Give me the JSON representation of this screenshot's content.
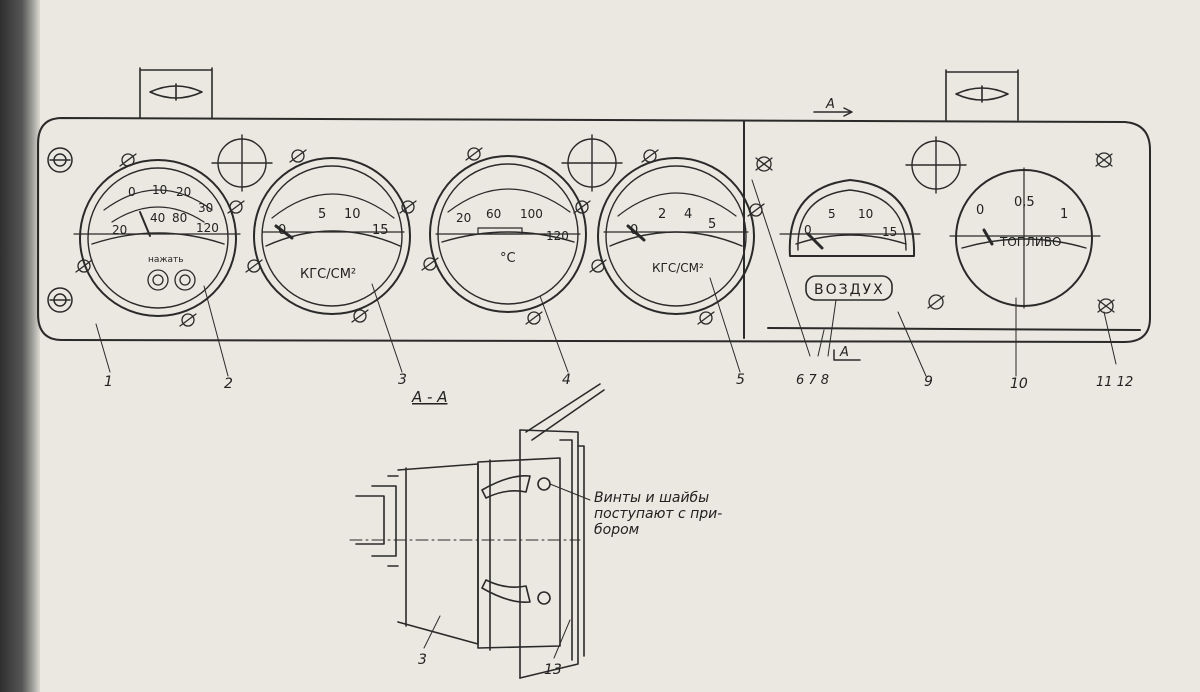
{
  "section_label": "А - А",
  "section_marks": [
    "А",
    "А"
  ],
  "gauges": {
    "ammeter": {
      "scale_outer": [
        "0",
        "10",
        "20",
        "30"
      ],
      "scale_inner": [
        "20",
        "40",
        "80",
        "120"
      ],
      "caption": "нажать"
    },
    "oil_pressure": {
      "scale": [
        "0",
        "5",
        "10",
        "15"
      ],
      "unit": "КГС/СМ²"
    },
    "temperature": {
      "scale": [
        "20",
        "60",
        "100",
        "120"
      ],
      "unit": "°C"
    },
    "pressure_5": {
      "scale": [
        "0",
        "2",
        "4",
        "5"
      ],
      "unit": "КГС/СМ²"
    },
    "air_pressure": {
      "scale": [
        "0",
        "5",
        "10",
        "15"
      ]
    },
    "fuel": {
      "scale": [
        "0",
        "0,5",
        "1"
      ],
      "caption": "ТОПЛИВО"
    }
  },
  "air_label": "ВОЗДУХ",
  "callouts": [
    "1",
    "2",
    "3",
    "4",
    "5",
    "6 7 8",
    "9",
    "10",
    "11 12",
    "3",
    "13"
  ],
  "note_lines": [
    "Винты и шайбы",
    "поступают с при-",
    "бором"
  ]
}
